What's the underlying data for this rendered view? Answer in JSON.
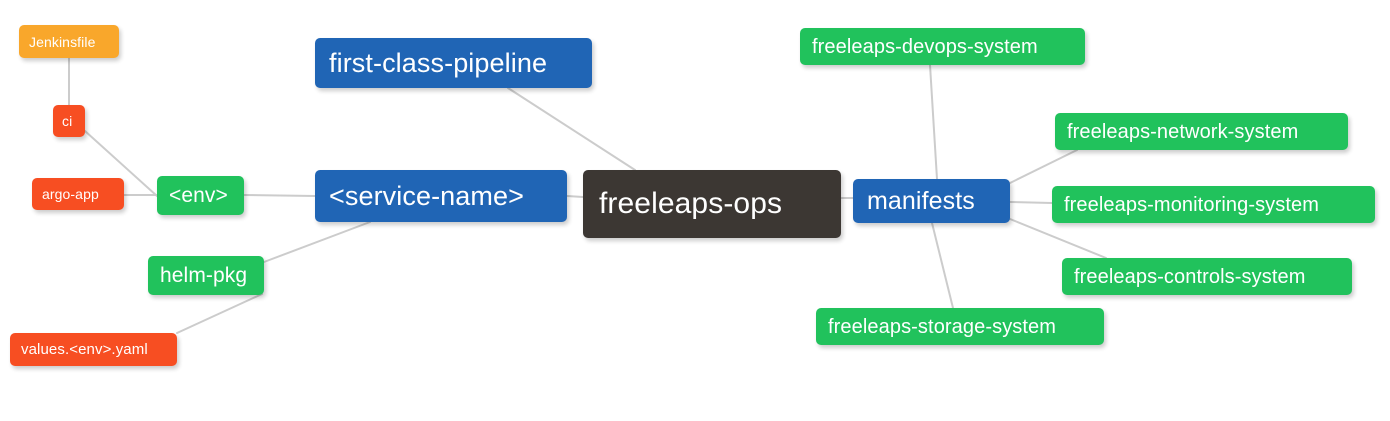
{
  "diagram": {
    "type": "mindmap",
    "title": "freeleaps-ops",
    "background": "#ffffff",
    "edge_color": "#cccccc",
    "palette": {
      "root": "#3c3733",
      "blue": "#2065b5",
      "green": "#21c25c",
      "orange": "#f9a72b",
      "red": "#f74e22"
    }
  },
  "nodes": {
    "freeleaps_ops": {
      "label": "freeleaps-ops",
      "color": "#3c3733",
      "role": "root"
    },
    "service_name": {
      "label": "<service-name>",
      "color": "#2065b5",
      "role": "branch"
    },
    "first_class_pipeline": {
      "label": "first-class-pipeline",
      "color": "#2065b5",
      "role": "branch"
    },
    "manifests": {
      "label": "manifests",
      "color": "#2065b5",
      "role": "branch"
    },
    "env": {
      "label": "<env>",
      "color": "#21c25c",
      "role": "leaf"
    },
    "helm_pkg": {
      "label": "helm-pkg",
      "color": "#21c25c",
      "role": "leaf"
    },
    "jenkinsfile": {
      "label": "Jenkinsfile",
      "color": "#f9a72b",
      "role": "leaf"
    },
    "ci": {
      "label": "ci",
      "color": "#f74e22",
      "role": "leaf"
    },
    "argo_app": {
      "label": "argo-app",
      "color": "#f74e22",
      "role": "leaf"
    },
    "values_yaml": {
      "label": "values.<env>.yaml",
      "color": "#f74e22",
      "role": "leaf"
    },
    "devops_system": {
      "label": "freeleaps-devops-system",
      "color": "#21c25c",
      "role": "leaf"
    },
    "network_system": {
      "label": "freeleaps-network-system",
      "color": "#21c25c",
      "role": "leaf"
    },
    "monitoring_system": {
      "label": "freeleaps-monitoring-system",
      "color": "#21c25c",
      "role": "leaf"
    },
    "controls_system": {
      "label": "freeleaps-controls-system",
      "color": "#21c25c",
      "role": "leaf"
    },
    "storage_system": {
      "label": "freeleaps-storage-system",
      "color": "#21c25c",
      "role": "leaf"
    }
  },
  "edges": [
    {
      "from": "jenkinsfile",
      "to": "ci"
    },
    {
      "from": "ci",
      "to": "env"
    },
    {
      "from": "argo_app",
      "to": "env"
    },
    {
      "from": "env",
      "to": "service_name"
    },
    {
      "from": "helm_pkg",
      "to": "service_name"
    },
    {
      "from": "values_yaml",
      "to": "helm_pkg"
    },
    {
      "from": "service_name",
      "to": "freeleaps_ops"
    },
    {
      "from": "first_class_pipeline",
      "to": "freeleaps_ops"
    },
    {
      "from": "freeleaps_ops",
      "to": "manifests"
    },
    {
      "from": "manifests",
      "to": "devops_system"
    },
    {
      "from": "manifests",
      "to": "network_system"
    },
    {
      "from": "manifests",
      "to": "monitoring_system"
    },
    {
      "from": "manifests",
      "to": "controls_system"
    },
    {
      "from": "manifests",
      "to": "storage_system"
    }
  ]
}
